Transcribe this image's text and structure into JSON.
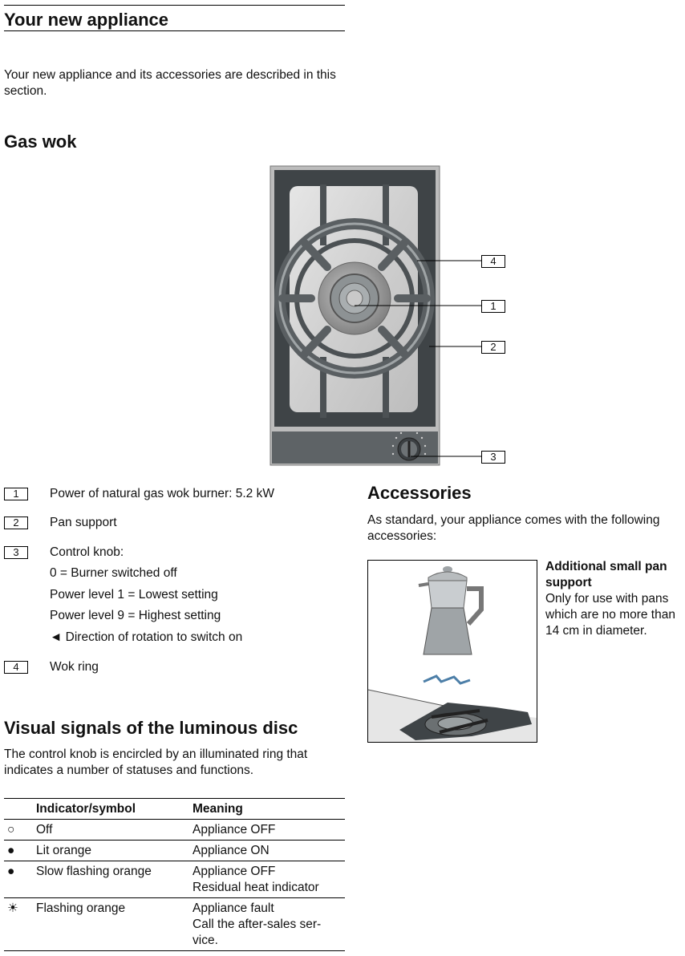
{
  "header": {
    "title": "Your new appliance"
  },
  "intro": "Your new appliance and its accessories are described in this section.",
  "gas_wok": {
    "heading": "Gas wok",
    "callouts": [
      "4",
      "1",
      "2",
      "3"
    ]
  },
  "parts": [
    {
      "num": "1",
      "text": "Power of natural gas wok burner: 5.2 kW"
    },
    {
      "num": "2",
      "text": "Pan support"
    },
    {
      "num": "3",
      "text": "Control knob:",
      "sub": [
        "0 = Burner switched off",
        "Power level 1 = Lowest setting",
        "Power level 9 = Highest setting",
        "◄ Direction of rotation to switch on"
      ]
    },
    {
      "num": "4",
      "text": "Wok ring"
    }
  ],
  "visual": {
    "heading": "Visual signals of the luminous disc",
    "intro": "The control knob is encircled by an illuminated ring that indicates a number of statuses and functions.",
    "columns": [
      "Indicator/symbol",
      "Meaning"
    ],
    "rows": [
      {
        "symbol": "○",
        "indicator": "Off",
        "meaning": "Appliance OFF"
      },
      {
        "symbol": "●",
        "indicator": "Lit orange",
        "meaning": "Appliance ON"
      },
      {
        "symbol": "●",
        "indicator": "Slow flashing orange",
        "meaning": "Appliance OFF",
        "meaning2": "Residual heat indicator"
      },
      {
        "symbol": "☀",
        "indicator": "Flashing orange",
        "meaning": "Appliance fault",
        "meaning2": "Call the after-sales ser-",
        "meaning3": "vice."
      }
    ]
  },
  "accessories": {
    "heading": "Accessories",
    "intro": "As standard, your appliance comes with the following accessories:",
    "item_title_1": "Additional small pan",
    "item_title_2": "support",
    "item_desc": [
      "Only for use with pans",
      "which are no more than",
      "14 cm in diameter."
    ]
  }
}
